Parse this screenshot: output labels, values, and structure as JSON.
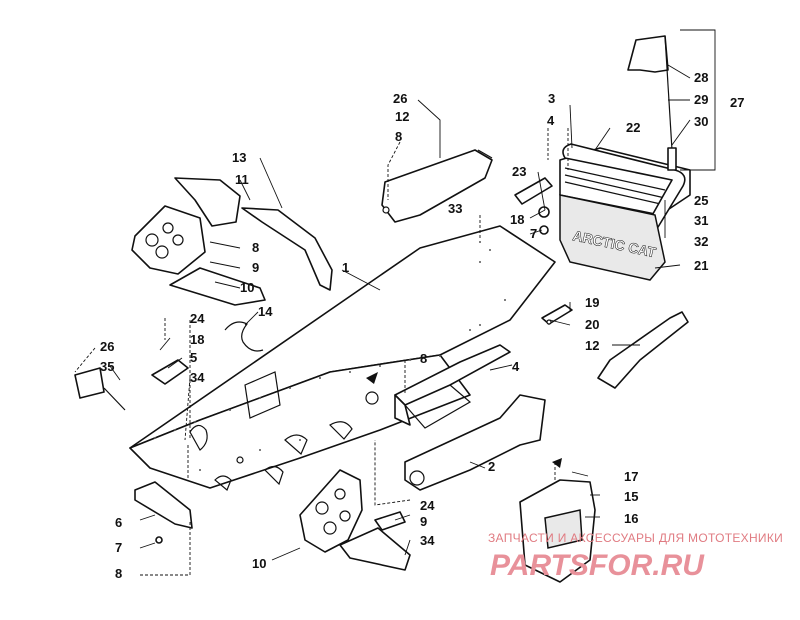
{
  "callouts": {
    "c1": "1",
    "c2": "2",
    "c3": "3",
    "c4a": "4",
    "c4b": "4",
    "c5": "5",
    "c6": "6",
    "c7a": "7",
    "c7b": "7",
    "c8a": "8",
    "c8b": "8",
    "c8c": "8",
    "c8d": "8",
    "c9a": "9",
    "c9b": "9",
    "c10a": "10",
    "c10b": "10",
    "c11": "11",
    "c12a": "12",
    "c12b": "12",
    "c13": "13",
    "c14": "14",
    "c15": "15",
    "c16": "16",
    "c17": "17",
    "c18a": "18",
    "c18b": "18",
    "c19": "19",
    "c20": "20",
    "c21": "21",
    "c22": "22",
    "c23": "23",
    "c24a": "24",
    "c24b": "24",
    "c25": "25",
    "c26a": "26",
    "c26b": "26",
    "c27": "27",
    "c28": "28",
    "c29": "29",
    "c30": "30",
    "c31": "31",
    "c32": "32",
    "c33": "33",
    "c34a": "34",
    "c34b": "34",
    "c35": "35"
  },
  "watermark": {
    "line1": "ЗАПЧАСТИ И АКСЕССУАРЫ ДЛЯ МОТОТЕХНИКИ",
    "line2": "PARTSFOR.RU"
  },
  "colors": {
    "ink": "#111111",
    "watermark": "#e8919a"
  }
}
